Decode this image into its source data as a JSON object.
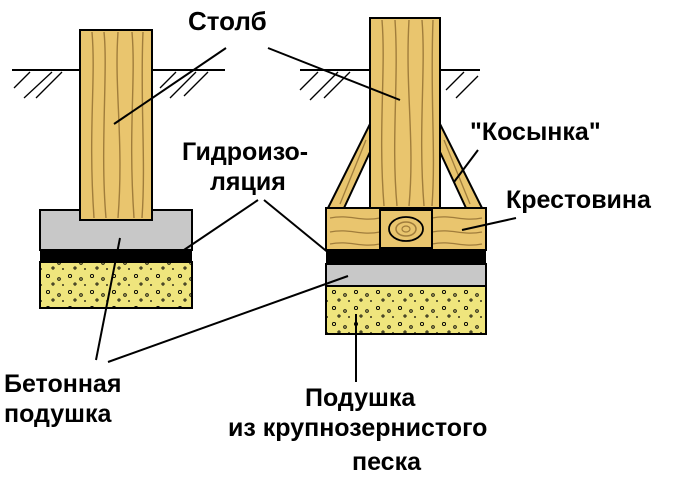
{
  "labels": {
    "post": "Столб",
    "kerchief": "\"Косынка\"",
    "waterproofing_line1": "Гидроизо-",
    "waterproofing_line2": "ляция",
    "crosspiece": "Крестовина",
    "concrete_pad_line1": "Бетонная",
    "concrete_pad_line2": "подушка",
    "sand_pad_line1": "Подушка",
    "sand_pad_line2": "из крупнозернистого",
    "sand_pad_line3": "песка"
  },
  "colors": {
    "wood": "#e9c56e",
    "wood_grain": "#a07d3c",
    "concrete": "#c8c8c8",
    "waterproofing": "#000000",
    "sand": "#efe57d",
    "outline": "#000000"
  }
}
